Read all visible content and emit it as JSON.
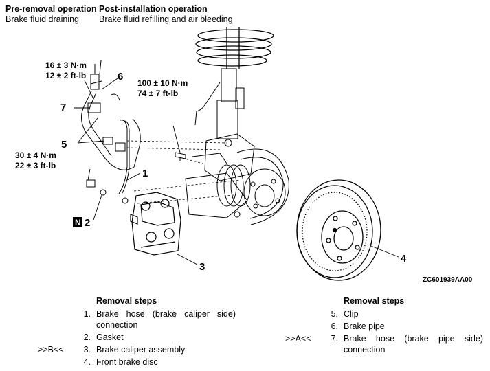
{
  "header": {
    "pre_title": "Pre-removal operation",
    "pre_item": "Brake fluid draining",
    "post_title": "Post-installation operation",
    "post_item": "Brake fluid refilling and air bleeding"
  },
  "diagram": {
    "torque_6_nm": "16 ± 3 N·m",
    "torque_6_ftlb": "12 ± 2 ft-lb",
    "torque_mid_nm": "100 ± 10 N·m",
    "torque_mid_ftlb": "74 ± 7 ft-lb",
    "torque_2_nm": "30 ± 4 N·m",
    "torque_2_ftlb": "22 ± 3 ft-lb",
    "callout_1": "1",
    "callout_2": "2",
    "callout_3": "3",
    "callout_4": "4",
    "callout_5": "5",
    "callout_6": "6",
    "callout_7": "7",
    "n_badge": "N",
    "figure_code": "ZC601939AA00"
  },
  "removal_left": {
    "title": "Removal steps",
    "steps": [
      {
        "num": "1.",
        "text": "Brake hose (brake caliper side) connection",
        "mark": ""
      },
      {
        "num": "2.",
        "text": "Gasket",
        "mark": ""
      },
      {
        "num": "3.",
        "text": "Brake caliper assembly",
        "mark": ">>B<<"
      },
      {
        "num": "4.",
        "text": "Front brake disc",
        "mark": ""
      }
    ]
  },
  "removal_right": {
    "title": "Removal steps",
    "steps": [
      {
        "num": "5.",
        "text": "Clip",
        "mark": ""
      },
      {
        "num": "6.",
        "text": "Brake pipe",
        "mark": ""
      },
      {
        "num": "7.",
        "text": "Brake hose (brake pipe side) connection",
        "mark": ">>A<<"
      }
    ]
  },
  "colors": {
    "ink": "#000000",
    "paper": "#ffffff"
  }
}
